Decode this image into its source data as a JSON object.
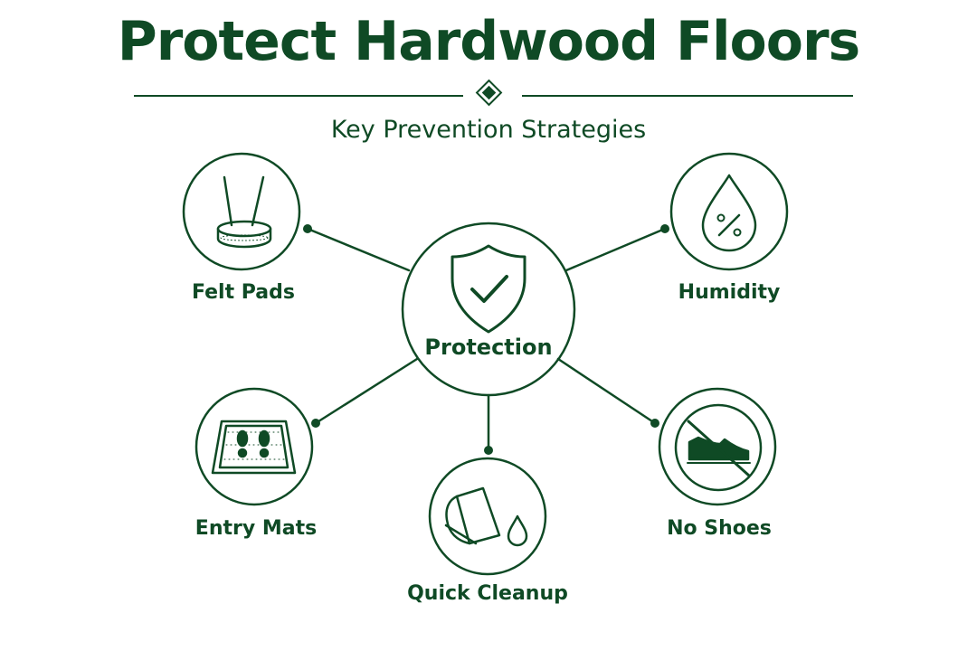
{
  "title": "Protect Hardwood Floors",
  "subtitle": "Key Prevention Strategies",
  "center": {
    "label": "Protection",
    "icon": "shield-check-icon"
  },
  "strategies": [
    {
      "id": "felt-pads",
      "label": "Felt Pads",
      "icon": "chair-leg-felt-pad-icon"
    },
    {
      "id": "humidity",
      "label": "Humidity",
      "icon": "water-drop-percent-icon"
    },
    {
      "id": "entry-mats",
      "label": "Entry Mats",
      "icon": "doormat-footprints-icon"
    },
    {
      "id": "quick-cleanup",
      "label": "Quick Cleanup",
      "icon": "towel-drop-icon"
    },
    {
      "id": "no-shoes",
      "label": "No Shoes",
      "icon": "no-shoes-icon"
    }
  ],
  "colors": {
    "primary": "#0f4a25",
    "background": "#ffffff"
  }
}
